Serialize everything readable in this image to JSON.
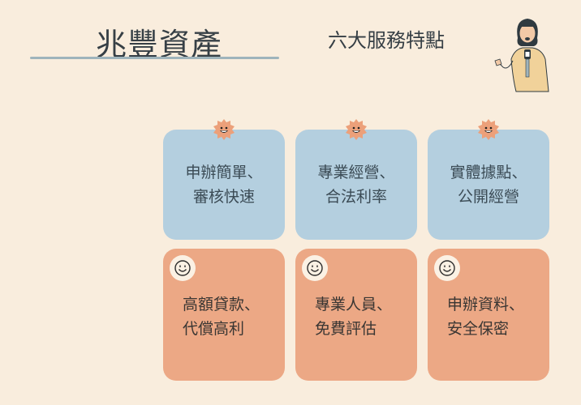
{
  "header": {
    "title": "兆豐資產",
    "subtitle": "六大服務特點"
  },
  "colors": {
    "background": "#f9eddd",
    "blue_card": "#b4cfdf",
    "orange_card": "#eca885",
    "underline": "#9fb4bc",
    "sun": "#eca07a",
    "text": "#363f45"
  },
  "cards": [
    {
      "text": "申辦簡單、\n審核快速",
      "icon": "sun-face-icon"
    },
    {
      "text": "專業經營、\n合法利率",
      "icon": "sun-face-icon"
    },
    {
      "text": "實體據點、\n公開經營",
      "icon": "sun-face-icon"
    },
    {
      "text": "高額貸款、\n代償高利",
      "icon": "smiley-icon"
    },
    {
      "text": "專業人員、\n免費評估",
      "icon": "smiley-icon"
    },
    {
      "text": "申辦資料、\n安全保密",
      "icon": "smiley-icon"
    }
  ],
  "illustration": "presenter-with-microphone"
}
